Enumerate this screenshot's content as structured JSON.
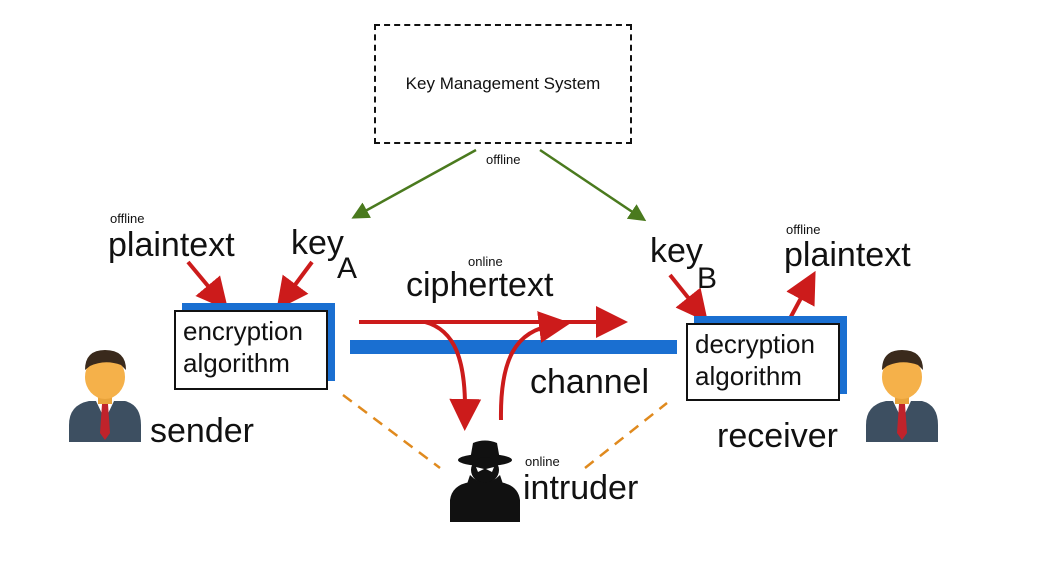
{
  "kms": {
    "label": "Key Management System",
    "link_label": "offline"
  },
  "sender": {
    "plaintext_tag": "offline",
    "plaintext": "plaintext",
    "key": "key",
    "key_sub": "A",
    "algorithm_line1": "encryption",
    "algorithm_line2": "algorithm",
    "name": "sender"
  },
  "channel": {
    "ciphertext_tag": "online",
    "ciphertext": "ciphertext",
    "name": "channel"
  },
  "receiver": {
    "key": "key",
    "key_sub": "B",
    "plaintext_tag": "offline",
    "plaintext": "plaintext",
    "algorithm_line1": "decryption",
    "algorithm_line2": "algorithm",
    "name": "receiver"
  },
  "intruder": {
    "tag": "online",
    "name": "intruder"
  },
  "colors": {
    "red_arrow": "#cc1b1b",
    "green_arrow": "#4a7a1e",
    "channel_blue": "#1a6fd1",
    "dashed_orange": "#e08a1e"
  }
}
